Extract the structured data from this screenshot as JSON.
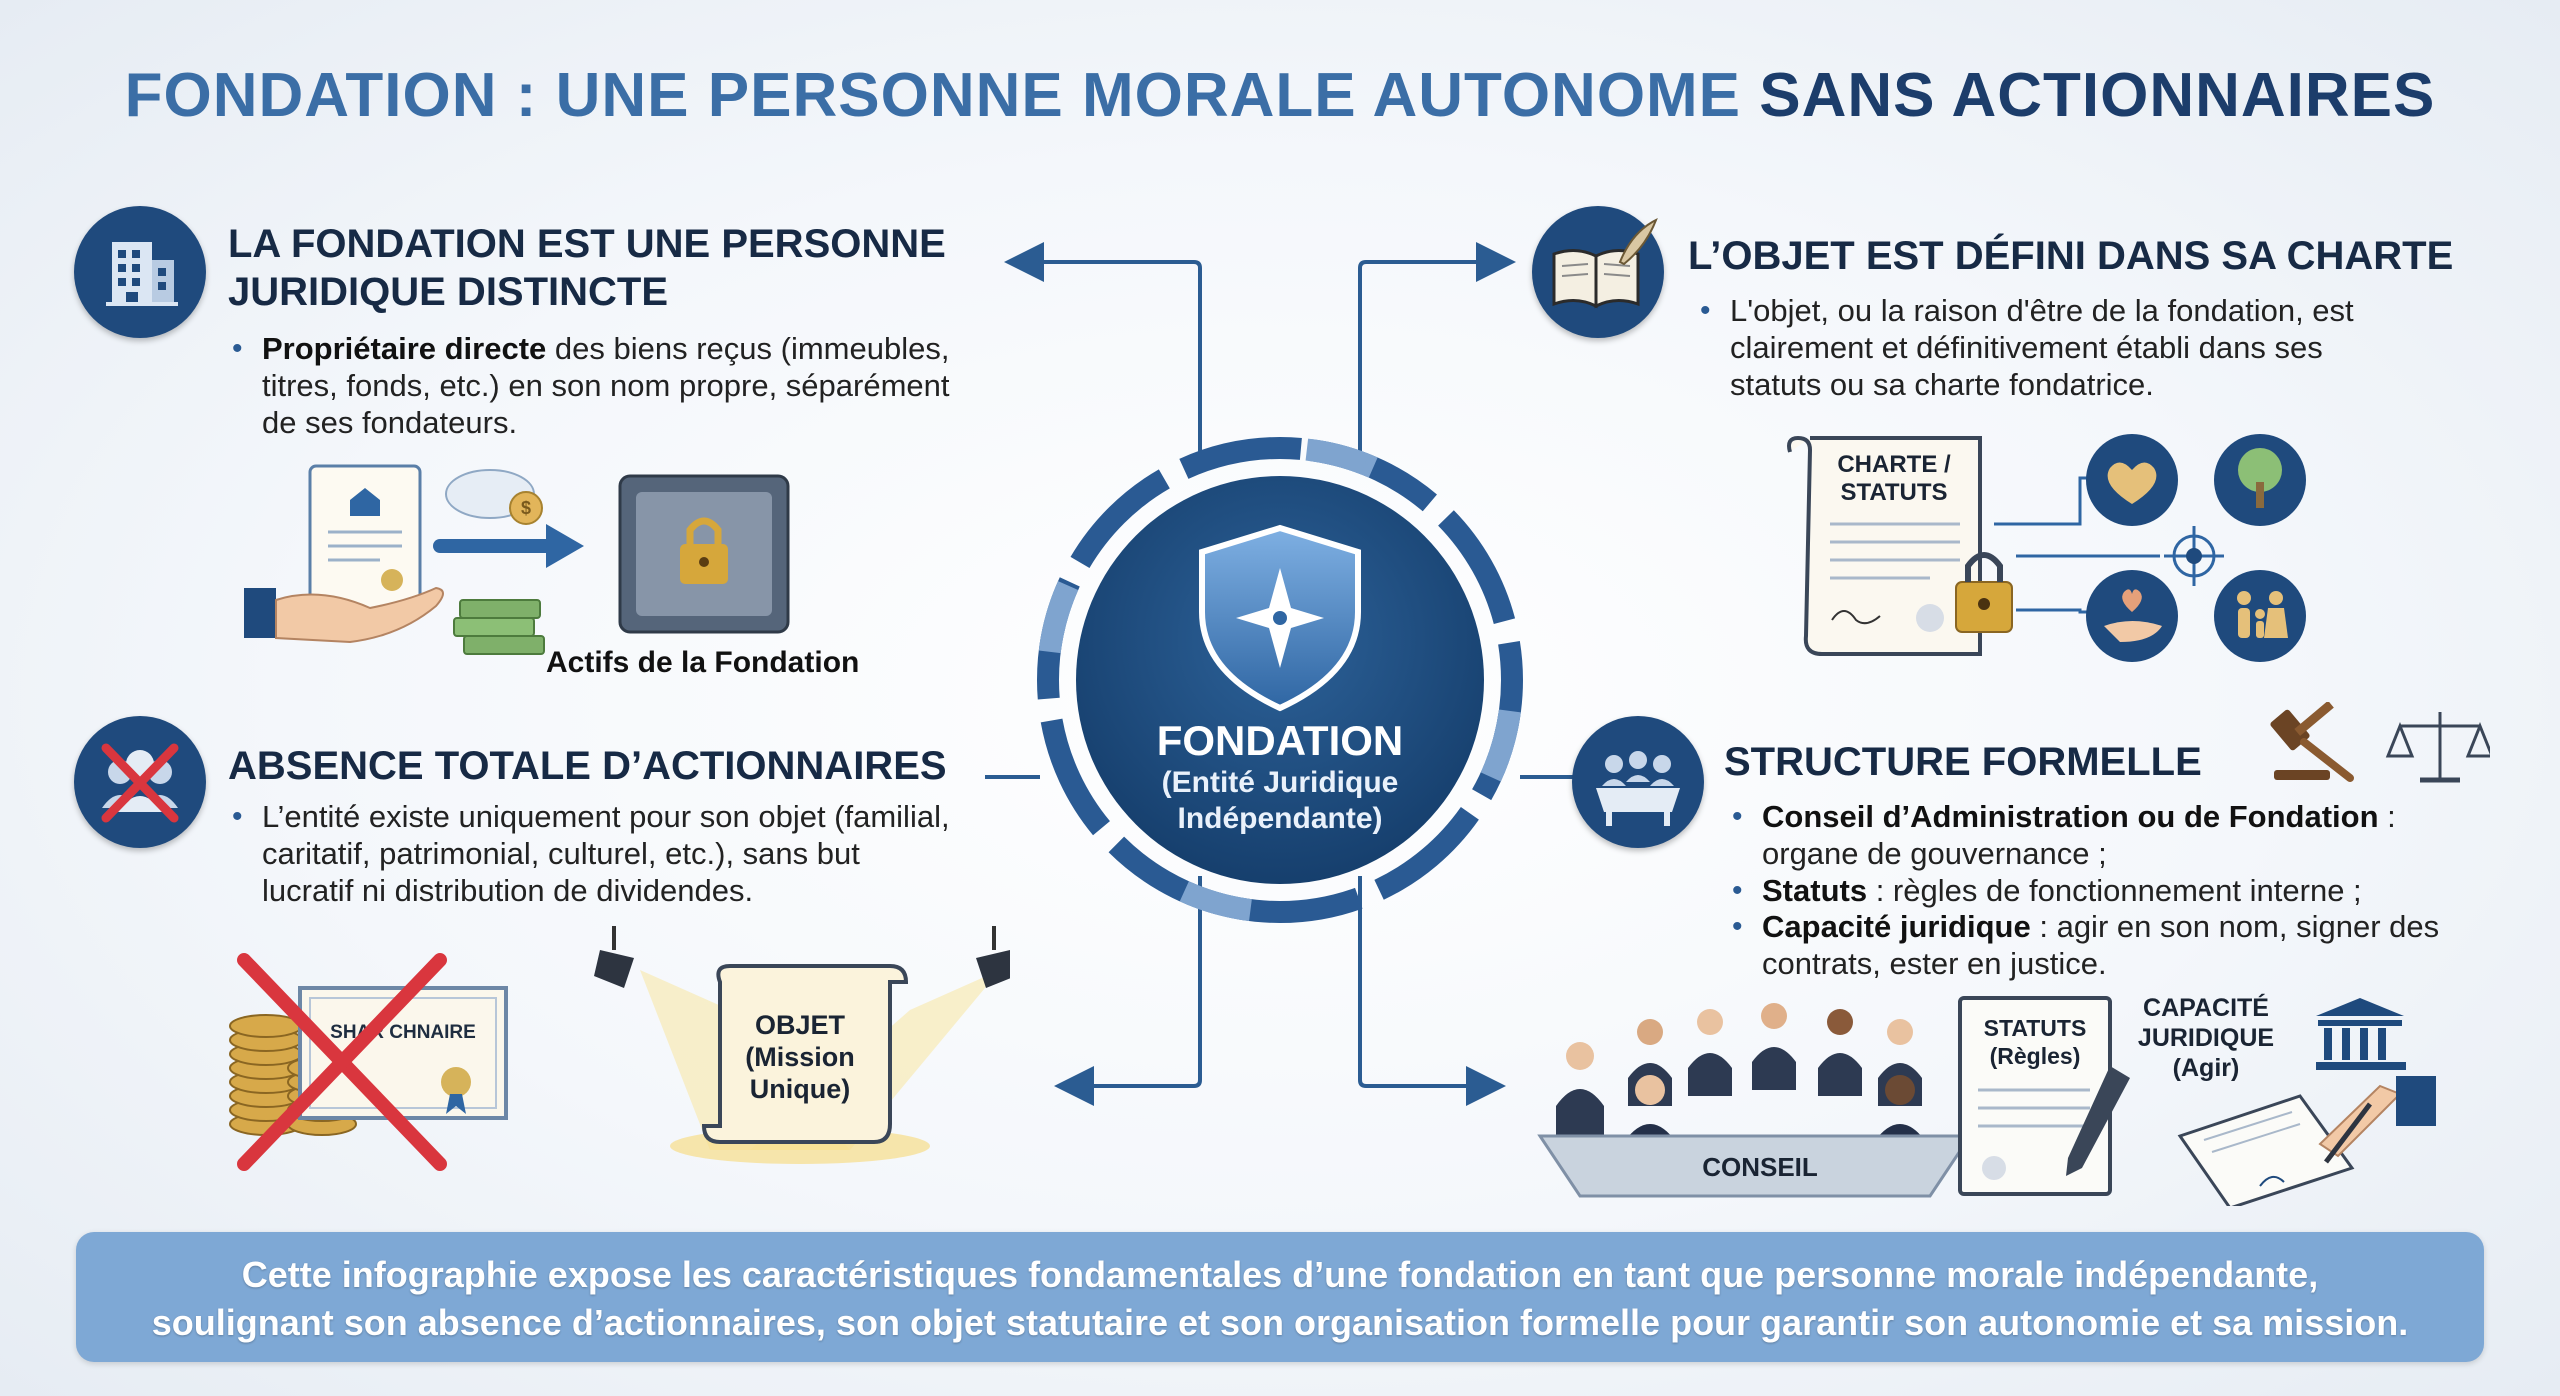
{
  "title": {
    "part1": "FONDATION : UNE PERSONNE MORALE AUTONOME",
    "part2": "SANS ACTIONNAIRES"
  },
  "center": {
    "label": "FONDATION",
    "sub_line1": "(Entité Juridique",
    "sub_line2": "Indépendante)"
  },
  "sections": {
    "personne": {
      "heading_line1": "LA FONDATION EST UNE PERSONNE",
      "heading_line2": "JURIDIQUE DISTINCTE",
      "bullet_bold": "Propriétaire directe",
      "bullet_line1_rest": " des biens reçus (immeubles,",
      "bullet_line2": "titres, fonds, etc.) en son nom propre, séparément",
      "bullet_line3": "de ses fondateurs.",
      "illustration_label": "Actifs de la Fondation"
    },
    "actionnaires": {
      "heading": "ABSENCE TOTALE D’ACTIONNAIRES",
      "bullet_line1": "L’entité existe uniquement pour son objet (familial,",
      "bullet_line2": "caritatif, patrimonial, culturel, etc.), sans but",
      "bullet_line3": "lucratif ni distribution de dividendes.",
      "certificate_label": "SHAR   CHNAIRE",
      "scroll_line1": "OBJET",
      "scroll_line2": "(Mission",
      "scroll_line3": "Unique)"
    },
    "objet": {
      "heading": "L’OBJET EST DÉFINI DANS SA CHARTE",
      "bullet_line1": "L'objet, ou la raison d'être de la fondation, est",
      "bullet_line2": "clairement et définitivement établi dans ses",
      "bullet_line3": "statuts ou sa charte fondatrice.",
      "charter_line1": "CHARTE /",
      "charter_line2": "STATUTS"
    },
    "structure": {
      "heading": "STRUCTURE FORMELLE",
      "b1_bold": "Conseil d’Administration ou de Fondation",
      "b1_rest": " :",
      "b1_line2": "organe de gouvernance ;",
      "b2_bold": "Statuts",
      "b2_rest": " : règles de fonctionnement interne ;",
      "b3_bold": "Capacité juridique",
      "b3_rest": " : agir en son nom, signer des",
      "b3_line2": "contrats, ester en justice.",
      "conseil_label": "CONSEIL",
      "statuts_line1": "STATUTS",
      "statuts_line2": "(Règles)",
      "capacite_line1": "CAPACITÉ",
      "capacite_line2": "JURIDIQUE",
      "capacite_line3": "(Agir)"
    }
  },
  "footer": {
    "line1": "Cette infographie expose les caractéristiques fondamentales d’une fondation en tant que personne morale indépendante,",
    "line2": "soulignant son absence d’actionnaires, son objet statutaire et son organisation formelle pour garantir son autonomie et sa mission."
  },
  "icons": {
    "personne": "building-icon",
    "actionnaires": "no-shareholders-icon",
    "objet": "book-quill-icon",
    "structure": "board-meeting-icon",
    "center": "shield-compass-icon"
  },
  "colors": {
    "navy": "#1f4a7d",
    "title_light": "#3b6ea6",
    "title_dark": "#1c3d6b",
    "footer_band": "#7ea8d5",
    "ring_light": "#7fa4cf",
    "cross_red": "#d9363e"
  }
}
